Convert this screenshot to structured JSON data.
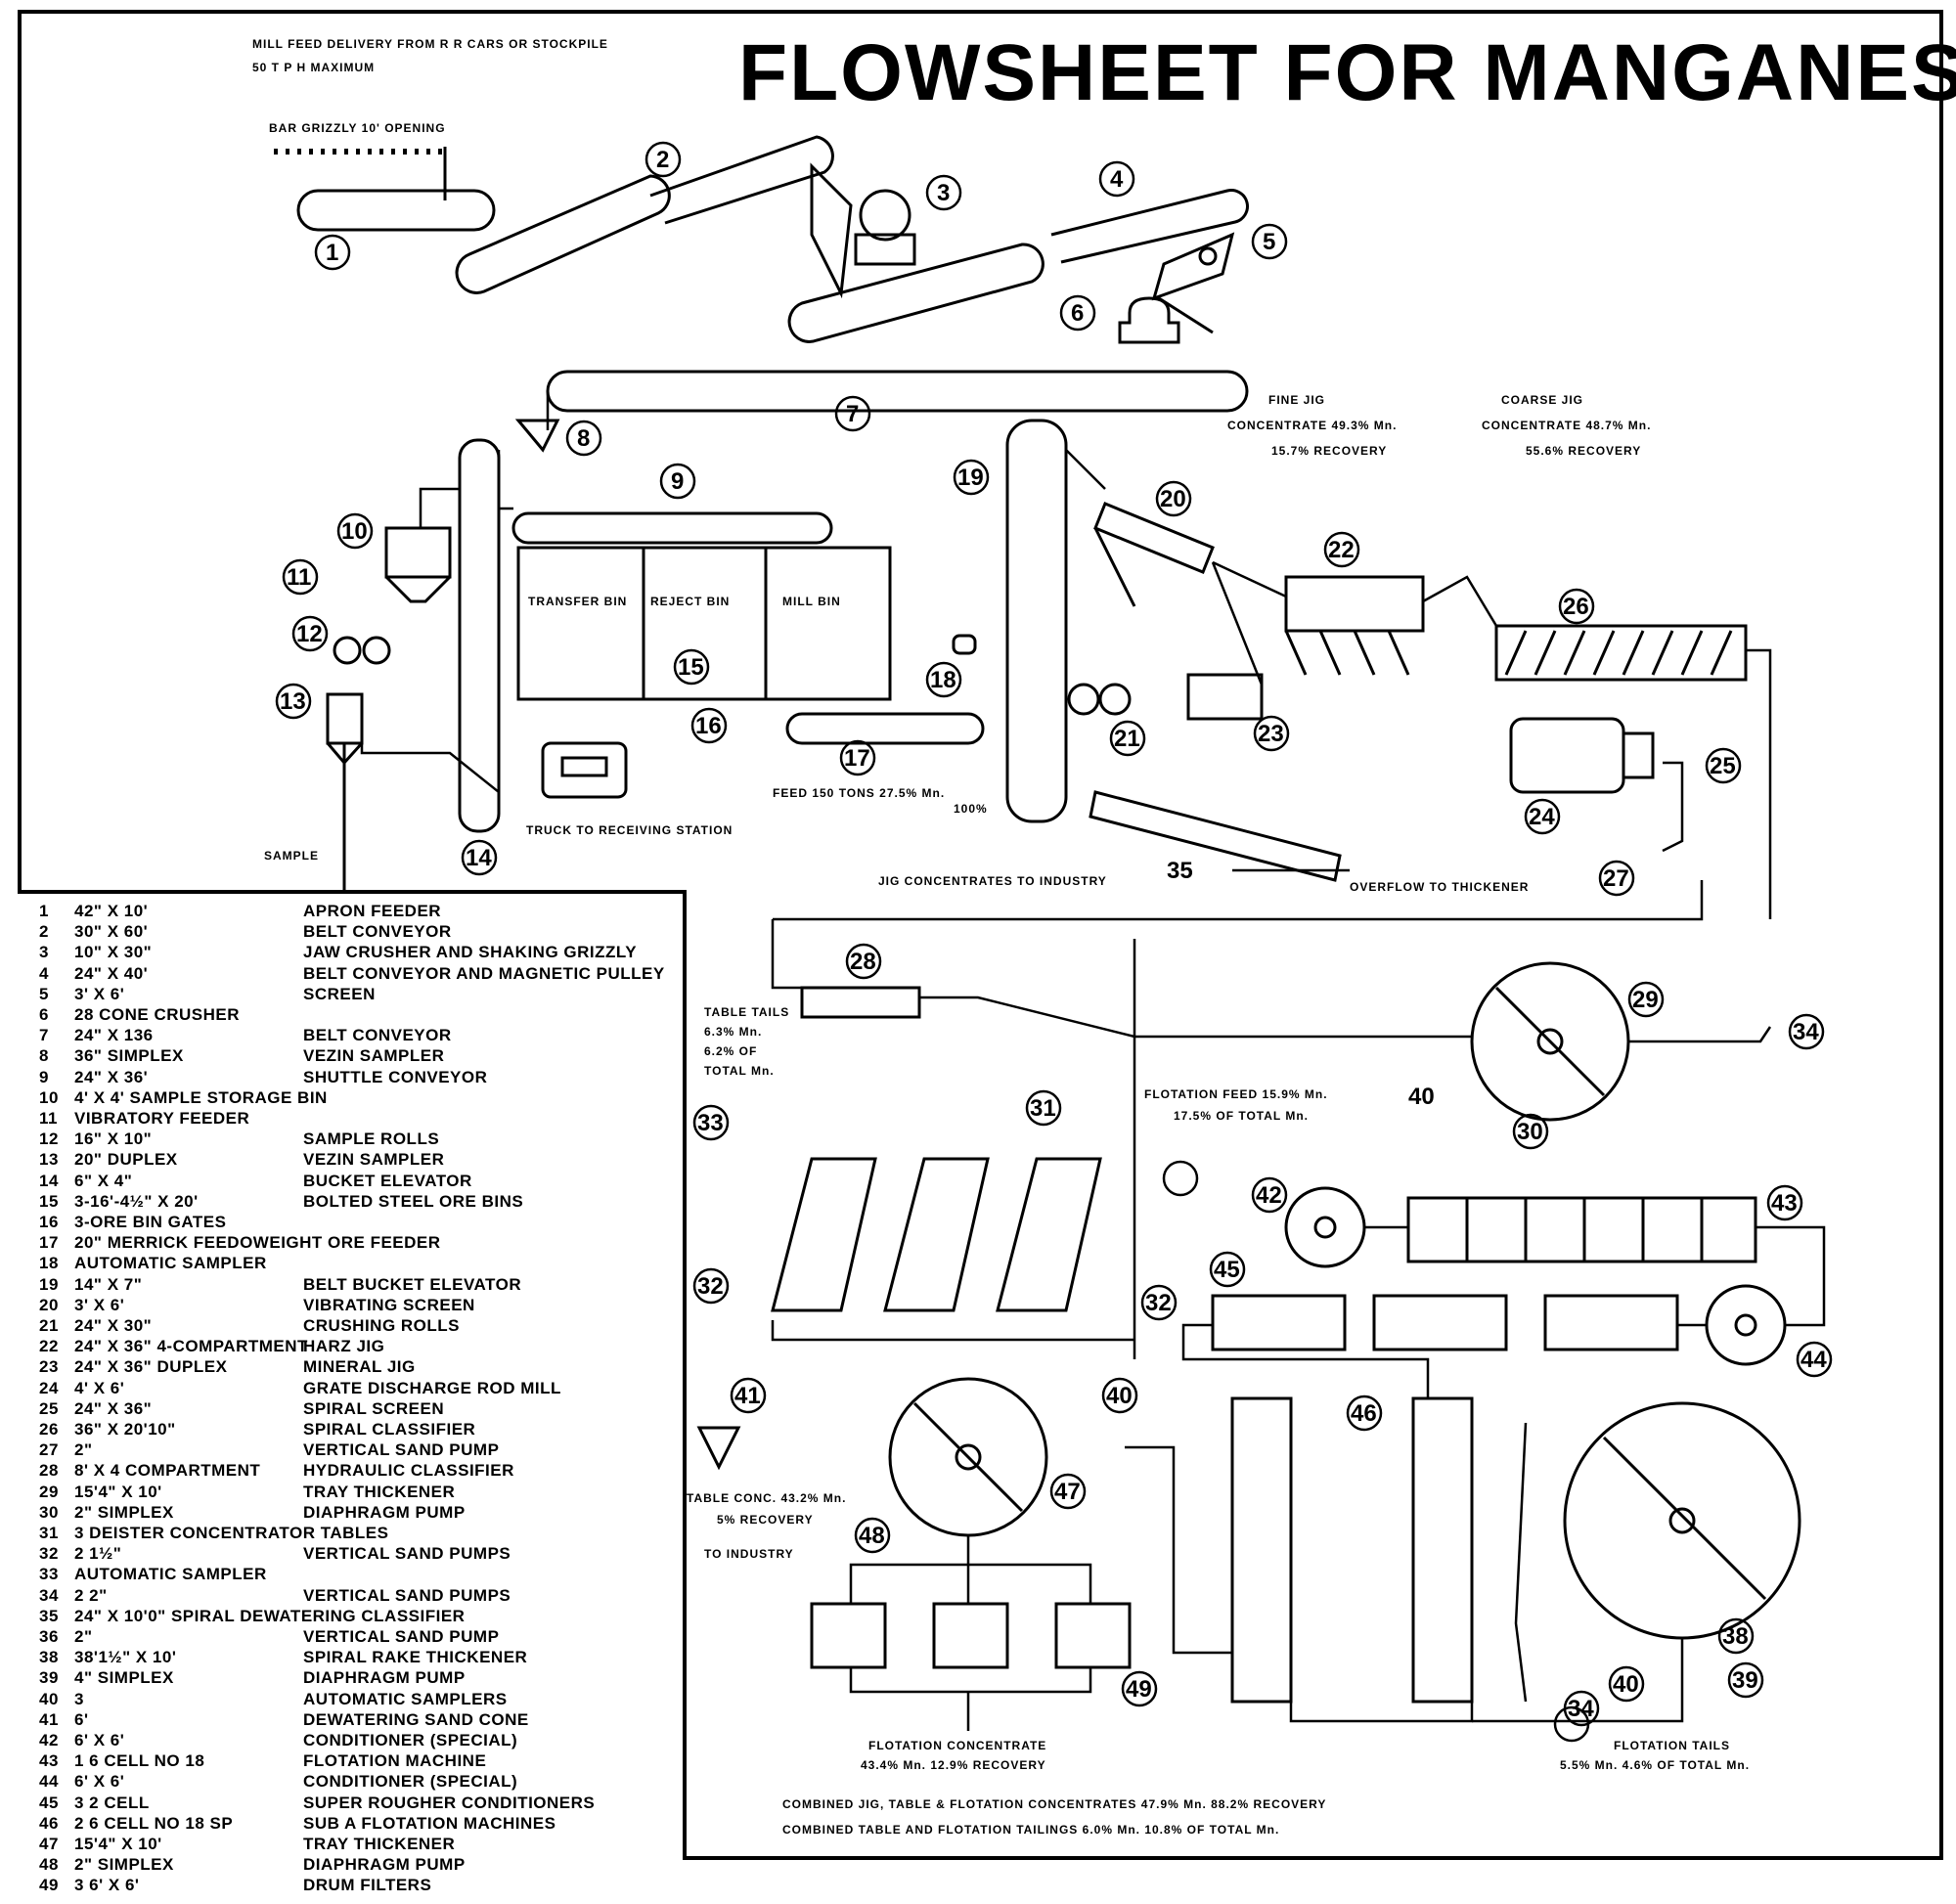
{
  "title": "FLOWSHEET FOR MANGANESE",
  "labels": {
    "mill_feed_line1": "MILL FEED DELIVERY FROM R R CARS OR STOCKPILE",
    "mill_feed_line2": "50 T P H MAXIMUM",
    "bar_grizzly": "BAR GRIZZLY 10' OPENING",
    "fine_jig_title": "FINE JIG",
    "fine_jig_conc": "CONCENTRATE 49.3% Mn.",
    "fine_jig_rec": "15.7% RECOVERY",
    "coarse_jig_title": "COARSE JIG",
    "coarse_jig_conc": "CONCENTRATE 48.7% Mn.",
    "coarse_jig_rec": "55.6% RECOVERY",
    "transfer_bin": "TRANSFER BIN",
    "reject_bin": "REJECT BIN",
    "mill_bin": "MILL BIN",
    "feed_line1": "FEED 150 TONS 27.5% Mn.",
    "feed_line2": "100%",
    "truck": "TRUCK TO RECEIVING STATION",
    "sample": "SAMPLE",
    "jig_conc_industry": "JIG CONCENTRATES TO INDUSTRY",
    "overflow": "OVERFLOW TO THICKENER",
    "table_tails_1": "TABLE TAILS",
    "table_tails_2": "6.3% Mn.",
    "table_tails_3": "6.2% OF",
    "table_tails_4": "TOTAL Mn.",
    "flot_feed_1": "FLOTATION FEED  15.9% Mn.",
    "flot_feed_2": "17.5% OF TOTAL Mn.",
    "table_conc_1": "TABLE CONC.  43.2% Mn.",
    "table_conc_2": "5% RECOVERY",
    "table_conc_3": "TO INDUSTRY",
    "flot_conc_1": "FLOTATION CONCENTRATE",
    "flot_conc_2": "43.4% Mn.   12.9% RECOVERY",
    "flot_tails_1": "FLOTATION TAILS",
    "flot_tails_2": "5.5% Mn.   4.6% OF TOTAL Mn.",
    "combined_1": "COMBINED JIG, TABLE & FLOTATION CONCENTRATES   47.9% Mn.   88.2% RECOVERY",
    "combined_2": "COMBINED TABLE AND FLOTATION TAILINGS   6.0% Mn.   10.8% OF TOTAL Mn."
  },
  "numbers": {
    "n1": "1",
    "n2": "2",
    "n3": "3",
    "n4": "4",
    "n5": "5",
    "n6": "6",
    "n7": "7",
    "n8": "8",
    "n9": "9",
    "n10": "10",
    "n11": "11",
    "n12": "12",
    "n13": "13",
    "n14": "14",
    "n15": "15",
    "n16": "16",
    "n17": "17",
    "n18": "18",
    "n19": "19",
    "n20": "20",
    "n21": "21",
    "n22": "22",
    "n23": "23",
    "n24": "24",
    "n25": "25",
    "n26": "26",
    "n27": "27",
    "n28": "28",
    "n29": "29",
    "n30": "30",
    "n31": "31",
    "n32": "32",
    "n33": "33",
    "n34": "34",
    "n35": "35",
    "n38": "38",
    "n39": "39",
    "n40": "40",
    "n41": "41",
    "n42": "42",
    "n43": "43",
    "n44": "44",
    "n45": "45",
    "n46": "46",
    "n47": "47",
    "n48": "48",
    "n49": "49"
  },
  "legend": [
    {
      "n": "1",
      "s": "42\" X 10'",
      "d": "APRON FEEDER"
    },
    {
      "n": "2",
      "s": "30\" X 60'",
      "d": "BELT CONVEYOR"
    },
    {
      "n": "3",
      "s": "10\" X 30\"",
      "d": "JAW CRUSHER AND SHAKING GRIZZLY"
    },
    {
      "n": "4",
      "s": "24\" X 40'",
      "d": "BELT CONVEYOR AND MAGNETIC PULLEY"
    },
    {
      "n": "5",
      "s": "3' X 6'",
      "d": "SCREEN"
    },
    {
      "n": "6",
      "s": "28 CONE CRUSHER",
      "d": ""
    },
    {
      "n": "7",
      "s": "24\" X 136",
      "d": "BELT CONVEYOR"
    },
    {
      "n": "8",
      "s": "36\" SIMPLEX",
      "d": "VEZIN SAMPLER"
    },
    {
      "n": "9",
      "s": "24\" X 36'",
      "d": "SHUTTLE CONVEYOR"
    },
    {
      "n": "10",
      "s": "4' X 4' SAMPLE STORAGE BIN",
      "d": ""
    },
    {
      "n": "11",
      "s": "VIBRATORY FEEDER",
      "d": ""
    },
    {
      "n": "12",
      "s": "16\" X 10\"",
      "d": "SAMPLE ROLLS"
    },
    {
      "n": "13",
      "s": "20\" DUPLEX",
      "d": "VEZIN SAMPLER"
    },
    {
      "n": "14",
      "s": "6\" X 4\"",
      "d": "BUCKET ELEVATOR"
    },
    {
      "n": "15",
      "s": "3-16'-4½\" X 20'",
      "d": "BOLTED STEEL ORE BINS"
    },
    {
      "n": "16",
      "s": "3-ORE BIN GATES",
      "d": ""
    },
    {
      "n": "17",
      "s": "20\" MERRICK FEEDOWEIGHT ORE FEEDER",
      "d": ""
    },
    {
      "n": "18",
      "s": "AUTOMATIC SAMPLER",
      "d": ""
    },
    {
      "n": "19",
      "s": "14\" X 7\"",
      "d": "BELT BUCKET ELEVATOR"
    },
    {
      "n": "20",
      "s": "3' X 6'",
      "d": "VIBRATING SCREEN"
    },
    {
      "n": "21",
      "s": "24\" X 30\"",
      "d": "CRUSHING ROLLS"
    },
    {
      "n": "22",
      "s": "24\" X 36\" 4-COMPARTMENT",
      "d": "HARZ JIG"
    },
    {
      "n": "23",
      "s": "24\" X 36\" DUPLEX",
      "d": "MINERAL JIG"
    },
    {
      "n": "24",
      "s": "4' X 6'",
      "d": "GRATE DISCHARGE ROD MILL"
    },
    {
      "n": "25",
      "s": "24\" X 36\"",
      "d": "SPIRAL SCREEN"
    },
    {
      "n": "26",
      "s": "36\" X 20'10\"",
      "d": "SPIRAL CLASSIFIER"
    },
    {
      "n": "27",
      "s": "2\"",
      "d": "VERTICAL SAND PUMP"
    },
    {
      "n": "28",
      "s": "8' X 4 COMPARTMENT",
      "d": "HYDRAULIC CLASSIFIER"
    },
    {
      "n": "29",
      "s": "15'4\" X 10'",
      "d": "TRAY THICKENER"
    },
    {
      "n": "30",
      "s": "2\" SIMPLEX",
      "d": "DIAPHRAGM PUMP"
    },
    {
      "n": "31",
      "s": "3 DEISTER CONCENTRATOR TABLES",
      "d": ""
    },
    {
      "n": "32",
      "s": "2 1½\"",
      "d": "VERTICAL SAND PUMPS"
    },
    {
      "n": "33",
      "s": "AUTOMATIC SAMPLER",
      "d": ""
    },
    {
      "n": "34",
      "s": "2 2\"",
      "d": "VERTICAL SAND PUMPS"
    },
    {
      "n": "35",
      "s": "24\" X 10'0\" SPIRAL DEWATERING CLASSIFIER",
      "d": ""
    },
    {
      "n": "36",
      "s": "2\"",
      "d": "VERTICAL SAND PUMP"
    },
    {
      "n": "38",
      "s": "38'1½\" X 10'",
      "d": "SPIRAL RAKE THICKENER"
    },
    {
      "n": "39",
      "s": "4\" SIMPLEX",
      "d": "DIAPHRAGM PUMP"
    },
    {
      "n": "40",
      "s": "3",
      "d": "AUTOMATIC SAMPLERS"
    },
    {
      "n": "41",
      "s": "6'",
      "d": "DEWATERING SAND CONE"
    },
    {
      "n": "42",
      "s": "6' X 6'",
      "d": "CONDITIONER (SPECIAL)"
    },
    {
      "n": "43",
      "s": "1 6 CELL NO 18",
      "d": "FLOTATION MACHINE"
    },
    {
      "n": "44",
      "s": "6' X 6'",
      "d": "CONDITIONER (SPECIAL)"
    },
    {
      "n": "45",
      "s": "3 2 CELL",
      "d": "SUPER ROUGHER CONDITIONERS"
    },
    {
      "n": "46",
      "s": "2 6 CELL NO 18 SP",
      "d": "SUB A FLOTATION MACHINES"
    },
    {
      "n": "47",
      "s": "15'4\" X 10'",
      "d": "TRAY THICKENER"
    },
    {
      "n": "48",
      "s": "2\" SIMPLEX",
      "d": "DIAPHRAGM PUMP"
    },
    {
      "n": "49",
      "s": "3 6' X 6'",
      "d": "DRUM FILTERS"
    }
  ]
}
